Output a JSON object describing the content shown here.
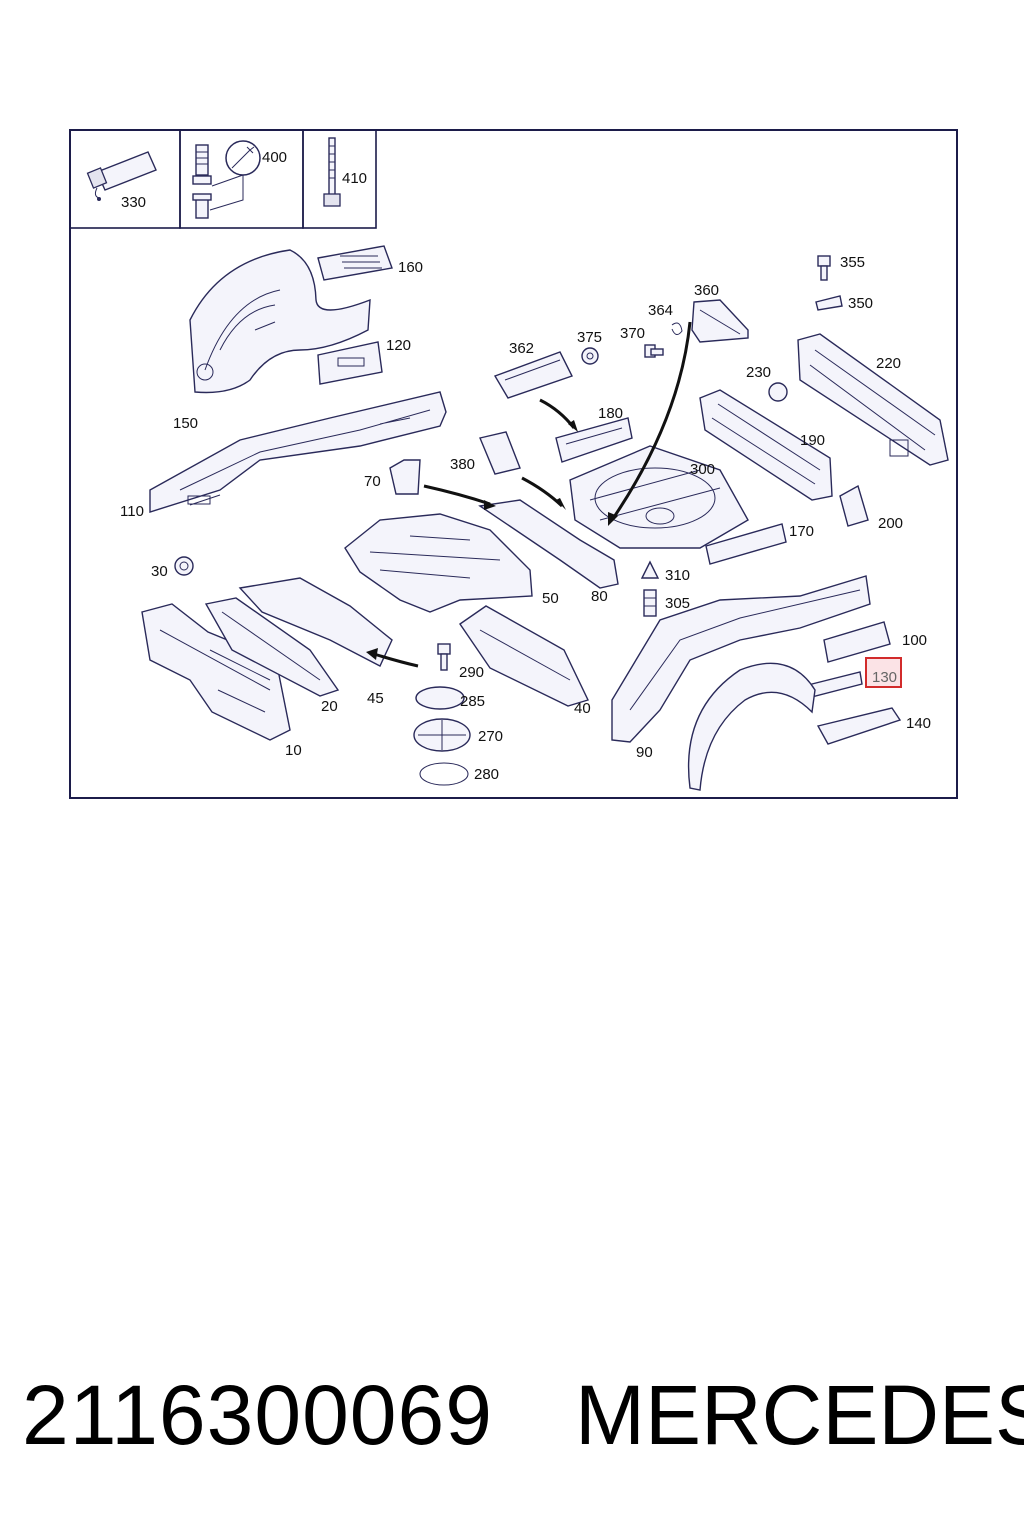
{
  "diagram": {
    "callouts": {
      "c330": "330",
      "c400": "400",
      "c410": "410",
      "c160": "160",
      "c120": "120",
      "c150": "150",
      "c110": "110",
      "c362": "362",
      "c375": "375",
      "c370": "370",
      "c364": "364",
      "c360": "360",
      "c355": "355",
      "c350": "350",
      "c220": "220",
      "c230": "230",
      "c180": "180",
      "c380": "380",
      "c300": "300",
      "c190": "190",
      "c70": "70",
      "c200": "200",
      "c170": "170",
      "c30": "30",
      "c50": "50",
      "c80": "80",
      "c310": "310",
      "c305": "305",
      "c100": "100",
      "c130": "130",
      "c290": "290",
      "c285": "285",
      "c20": "20",
      "c45": "45",
      "c40": "40",
      "c270": "270",
      "c280": "280",
      "c10": "10",
      "c90": "90",
      "c140": "140"
    },
    "highlighted_callout": "130",
    "colors": {
      "line": "#2a2a5a",
      "frame": "#1c1c4a",
      "highlight": "#d22b2b",
      "highlight_fill": "#fbe3e6"
    }
  },
  "footer": {
    "part_number": "2116300069",
    "brand": "MERCEDES"
  }
}
